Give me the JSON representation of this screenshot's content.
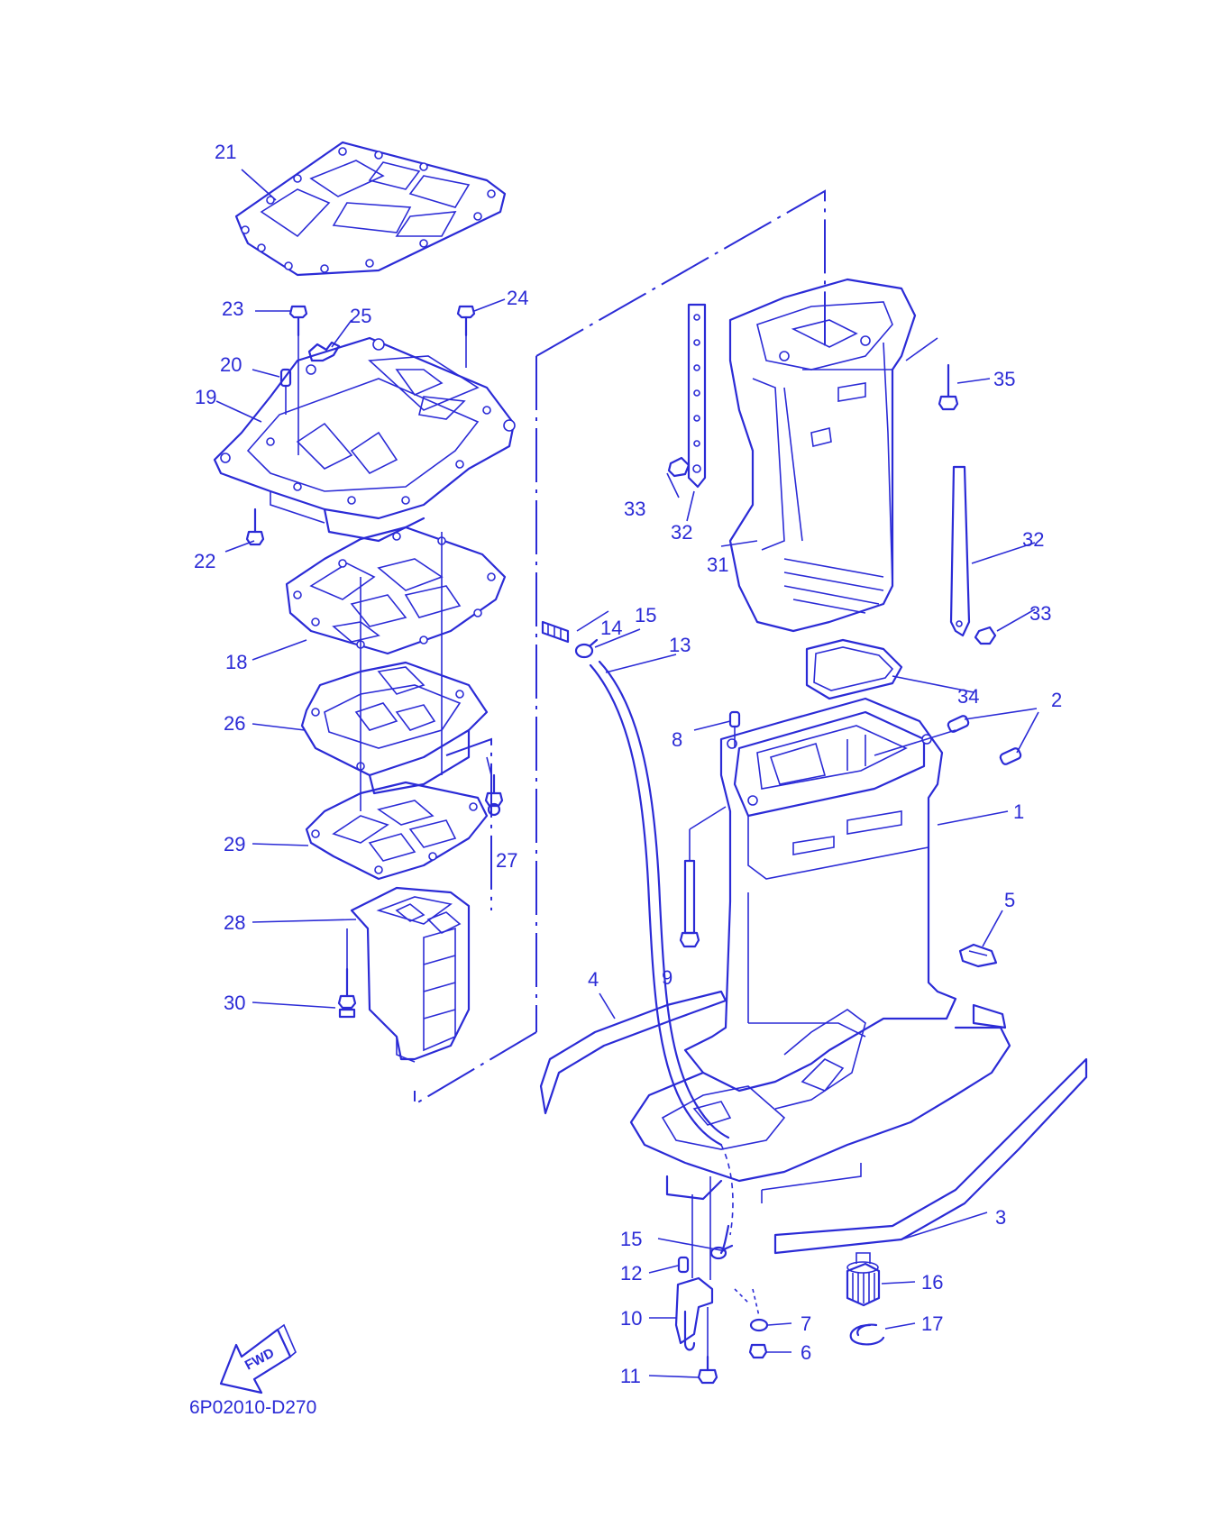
{
  "callouts": {
    "n1": "1",
    "n2": "2",
    "n3": "3",
    "n4": "4",
    "n5": "5",
    "n6": "6",
    "n7": "7",
    "n8": "8",
    "n9": "9",
    "n10": "10",
    "n11": "11",
    "n12": "12",
    "n13": "13",
    "n14": "14",
    "n15a": "15",
    "n15b": "15",
    "n16": "16",
    "n17": "17",
    "n18": "18",
    "n19": "19",
    "n20": "20",
    "n21": "21",
    "n22": "22",
    "n23": "23",
    "n24": "24",
    "n25": "25",
    "n26": "26",
    "n27": "27",
    "n28": "28",
    "n29": "29",
    "n30": "30",
    "n31": "31",
    "n32a": "32",
    "n32b": "32",
    "n33a": "33",
    "n33b": "33",
    "n34": "34",
    "n35": "35"
  },
  "fwd_label": "FWD",
  "drawing_code": "6P02010-D270",
  "line_color": "#2b2bd6"
}
